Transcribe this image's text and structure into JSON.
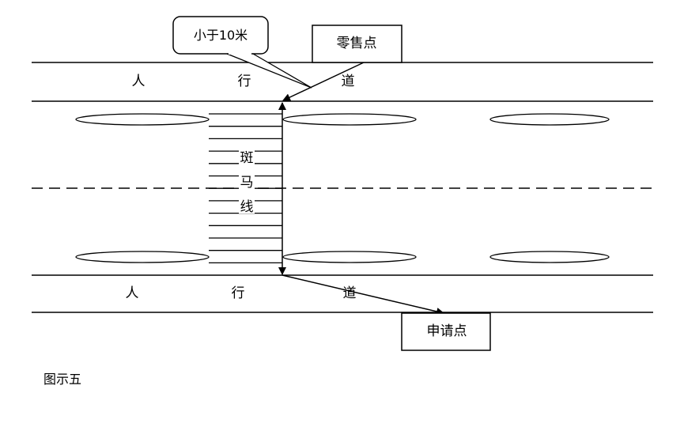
{
  "callout": {
    "text": "小于10米"
  },
  "boxes": {
    "retail_point": "零售点",
    "application_point": "申请点"
  },
  "sidewalk_top": {
    "chars": [
      "人",
      "行",
      "道"
    ]
  },
  "sidewalk_bottom": {
    "chars": [
      "人",
      "行",
      "道"
    ]
  },
  "crosswalk": {
    "chars": [
      "斑",
      "马",
      "线"
    ]
  },
  "caption": "图示五",
  "colors": {
    "line": "#000000",
    "background": "#ffffff"
  }
}
